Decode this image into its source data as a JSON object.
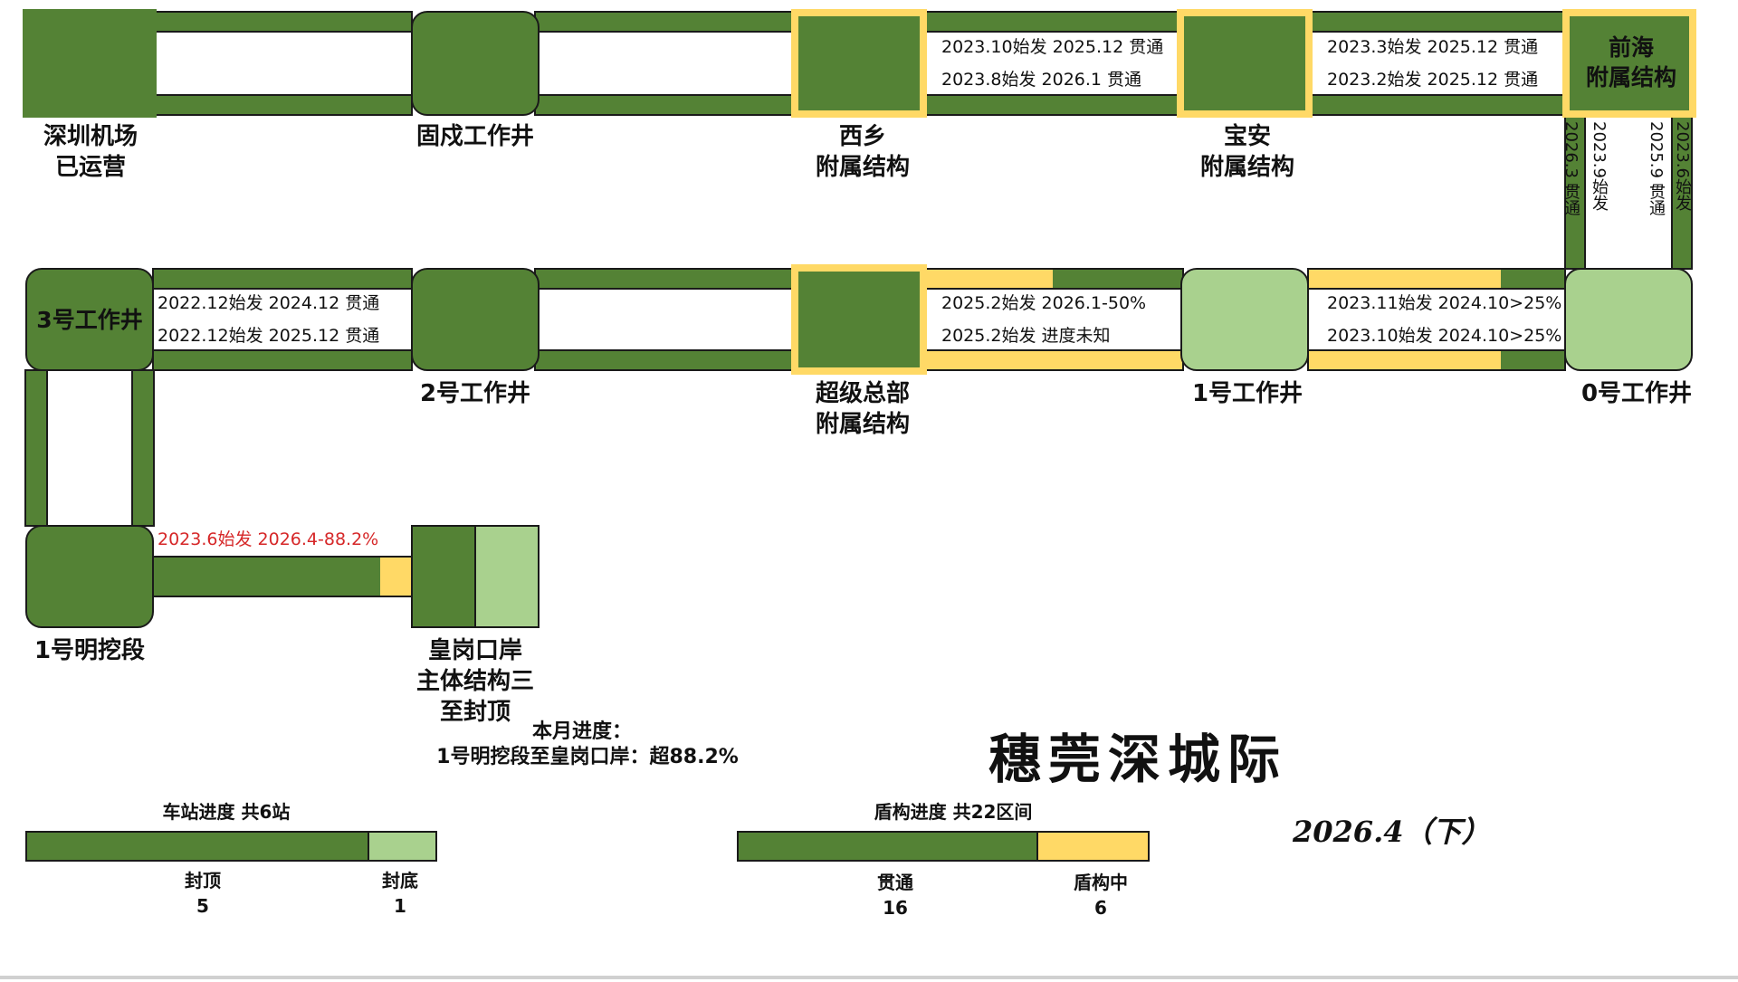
{
  "title": "穗莞深城际",
  "date": "2026.4（下）",
  "colors": {
    "completed": "#548235",
    "bottom_sealed": "#a9d18e",
    "in_progress": "#ffd966",
    "note_red": "#d62728"
  },
  "stations": {
    "shenzhen_airport": "深圳机场\n已运营",
    "gushu_shaft": "固戍工作井",
    "xixiang": "西乡\n附属结构",
    "baoan": "宝安\n附属结构",
    "qianhai": "前海\n附属结构",
    "shaft_3": "3号工作井",
    "shaft_2": "2号工作井",
    "super_hq": "超级总部\n附属结构",
    "shaft_1": "1号工作井",
    "shaft_0": "0号工作井",
    "open_cut_1": "1号明挖段",
    "huanggang": "皇岗口岸\n主体结构三\n至封顶"
  },
  "segments": {
    "gushu_xixiang": {
      "upper": "",
      "lower": ""
    },
    "xixiang_baoan": {
      "upper": "2023.10始发 2025.12 贯通",
      "lower": "2023.8始发 2026.1 贯通"
    },
    "baoan_qianhai": {
      "upper": "2023.3始发 2025.12 贯通",
      "lower": "2023.2始发 2025.12 贯通"
    },
    "qianhai_shaft0": {
      "a": "2026.3 贯通",
      "b": "2023.9始发",
      "c": "2025.9 贯通",
      "d": "2023.6始发"
    },
    "shaft3_shaft2": {
      "upper": "2022.12始发 2024.12 贯通",
      "lower": "2022.12始发 2025.12 贯通"
    },
    "superhq_shaft1": {
      "upper": "2025.2始发 2026.1-50%",
      "lower": "2025.2始发 进度未知",
      "upper_progress": 0.5,
      "lower_progress": 0
    },
    "shaft1_shaft0": {
      "upper": "2023.11始发 2024.10>25%",
      "lower": "2023.10始发 2024.10>25%",
      "upper_progress": 0.25,
      "lower_progress": 0.25
    },
    "opencut_huanggang": {
      "note": "2023.6始发 2026.4-88.2%",
      "progress": 0.882
    }
  },
  "monthly": {
    "heading": "本月进度：",
    "detail": "1号明挖段至皇岗口岸：超88.2%"
  },
  "station_progress": {
    "heading": "车站进度 共6站",
    "items": [
      {
        "label": "封顶",
        "value": 5
      },
      {
        "label": "封底",
        "value": 1
      }
    ],
    "total": 6
  },
  "shield_progress": {
    "heading": "盾构进度 共22区间",
    "items": [
      {
        "label": "贯通",
        "value": 16
      },
      {
        "label": "盾构中",
        "value": 6
      }
    ],
    "total": 22
  }
}
